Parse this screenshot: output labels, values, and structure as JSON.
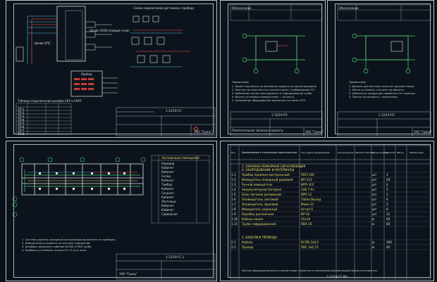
{
  "sheets": {
    "s1": {
      "title": "ЗАО \"Грань\"",
      "stamp": "1-12/19-СС",
      "legend_title": "Таблица подключения шкафов СКУ и СКАТ",
      "table_rows": [
        "ТП-1",
        "ТП-2",
        "ТП-3",
        "ТП-4",
        "ТП-5",
        "ТП-6",
        "ТП-7",
        "ТП-8"
      ],
      "box_labels": [
        "Шкаф ОПС",
        "Шкаф СКУД (первый этаж)",
        "Прибор"
      ],
      "top_note": "Схема подключения датчиков к прибору"
    },
    "s2": {
      "title": "ЗАО \"Грань\"",
      "stamp": "1-12/19-ПЗ",
      "header_cell": "Обозначение",
      "notes_title": "Примечания:",
      "notes": [
        "1. Проект выполнен на основании задания на проектирование.",
        "2. Монтаж системы вести в соответствии с требованиями СП.",
        "3. Кабельные линии прокладывать в гофрированной трубе.",
        "4. Высота установки извещателей — по месту.",
        "5. Заземление оборудования выполнить согласно ПУЭ."
      ],
      "desc": "Пояснительная записка к проекту"
    },
    "s3": {
      "title": "ЗАО \"Грань\"",
      "stamp": "1-12/19-ПЗ",
      "header_cell": "Обозначение",
      "notes_title": "Примечания:",
      "notes": [
        "1. Данные для монтажа взяты из документации.",
        "2. Места установки уточнить на объекте.",
        "3. Кабельную продукцию применять не горючую.",
        "4. Трассы согласовать с заказчиком."
      ]
    },
    "s4": {
      "title": "ЗАО \"Грань\"",
      "stamp": "1-12/19-СС.1",
      "legend_title": "Экспликация помещений",
      "legend_rows": [
        "Коридор",
        "Кабинет",
        "Кабинет",
        "Склад",
        "Кабинет",
        "Тамбур",
        "Кабинет",
        "Санузел",
        "Кабинет",
        "Лестница",
        "Кабинет",
        "Кабинет",
        "Серверная"
      ],
      "plan_notes": [
        "1. Система охранно-пожарной сигнализации выполнена на приборах.",
        "2. Извещатели установить на потолке помещений.",
        "3. Шлейфы проложить кабелем КСПВГ в ПВХ трубе.",
        "4. Приборы установить на высоте 1,5 м от пола."
      ]
    },
    "s5": {
      "stamp": "1-12/19-СС.ВО",
      "headers": [
        "Поз.",
        "Наименование и техническая характеристика",
        "Тип, марка оборудования",
        "Код продукции",
        "Завод-изготовитель",
        "Единица измерения",
        "Количество",
        "Масса",
        "Примечание"
      ],
      "section_1": "1. ОХРАННО-ПОЖАРНАЯ СИГНАЛИЗАЦИЯ",
      "section_1_sub": "А. ОБОРУДОВАНИЕ И МАТЕРИАЛЫ",
      "rows": [
        {
          "pos": "1.1",
          "name": "Прибор приемно-контрольный",
          "type": "ПКП-100",
          "unit": "шт",
          "qty": "1"
        },
        {
          "pos": "1.2",
          "name": "Извещатель пожарный дымовой",
          "type": "ИП-212",
          "unit": "шт",
          "qty": "24"
        },
        {
          "pos": "1.3",
          "name": "Ручной извещатель",
          "type": "ИПР-3СУ",
          "unit": "шт",
          "qty": "4"
        },
        {
          "pos": "1.4",
          "name": "Аккумуляторная батарея",
          "type": "12В 7 Ач",
          "unit": "шт",
          "qty": "2"
        },
        {
          "pos": "1.5",
          "name": "Блок питания резервный",
          "type": "БРП-12",
          "unit": "шт",
          "qty": "1"
        },
        {
          "pos": "1.6",
          "name": "Оповещатель световой",
          "type": "Табло Выход",
          "unit": "шт",
          "qty": "6"
        },
        {
          "pos": "1.7",
          "name": "Оповещатель звуковой",
          "type": "Маяк-12",
          "unit": "шт",
          "qty": "3"
        },
        {
          "pos": "1.8",
          "name": "Извещатель охранный",
          "type": "Астра-5",
          "unit": "шт",
          "qty": "8"
        },
        {
          "pos": "1.9",
          "name": "Коробка распаечная",
          "type": "КР-10",
          "unit": "шт",
          "qty": "12"
        },
        {
          "pos": "1.10",
          "name": "Кабель-канал",
          "type": "25х16",
          "unit": "м",
          "qty": "40"
        },
        {
          "pos": "1.11",
          "name": "Труба гофрированная",
          "type": "ПВХ 16",
          "unit": "м",
          "qty": "60"
        }
      ],
      "section_2": "2. КАБЕЛИ И ПРОВОДА",
      "rows2": [
        {
          "pos": "2.1",
          "name": "Кабель",
          "type": "КСПВ 2х0,5",
          "unit": "м",
          "qty": "300"
        },
        {
          "pos": "2.2",
          "name": "Провод",
          "type": "ПВС 3х0,75",
          "unit": "м",
          "qty": "40"
        }
      ],
      "footer_note": "Монтаж оборудования вести в соответствии с проектом и технической документацией завода-изготовителя."
    }
  }
}
